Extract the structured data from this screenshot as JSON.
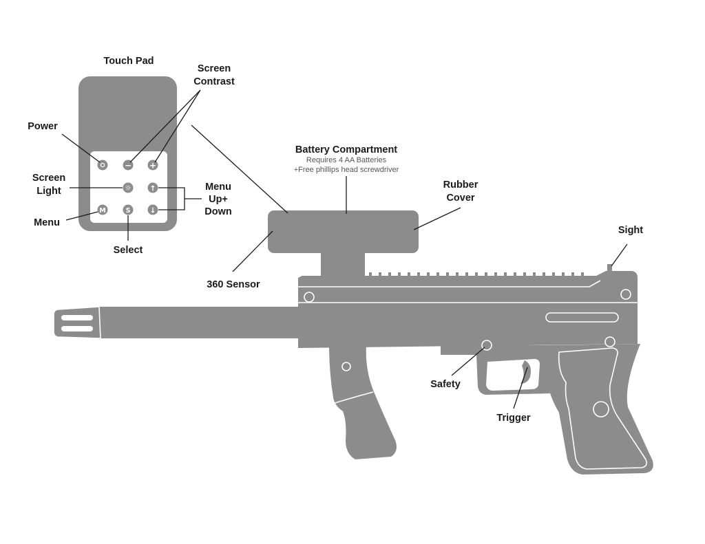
{
  "labels": {
    "touch_pad": "Touch Pad",
    "screen_contrast_1": "Screen",
    "screen_contrast_2": "Contrast",
    "power": "Power",
    "screen_light_1": "Screen",
    "screen_light_2": "Light",
    "menu": "Menu",
    "select": "Select",
    "menu_up_down_1": "Menu",
    "menu_up_down_2": "Up+",
    "menu_up_down_3": "Down",
    "battery_compartment": "Battery Compartment",
    "battery_note_1": "Requires 4 AA Batteries",
    "battery_note_2": "+Free phillips head screwdriver",
    "rubber_cover_1": "Rubber",
    "rubber_cover_2": "Cover",
    "sight": "Sight",
    "sensor": "360 Sensor",
    "safety": "Safety",
    "trigger": "Trigger"
  },
  "buttons": {
    "menu_glyph": "M",
    "select_glyph": "S",
    "minus_glyph": "−",
    "plus_glyph": "+",
    "light_glyph": "☼",
    "up_glyph": "↑",
    "down_glyph": "↓"
  },
  "colors": {
    "body": "#8c8c8c",
    "outline": "#ffffff",
    "text": "#1a1a1a"
  }
}
